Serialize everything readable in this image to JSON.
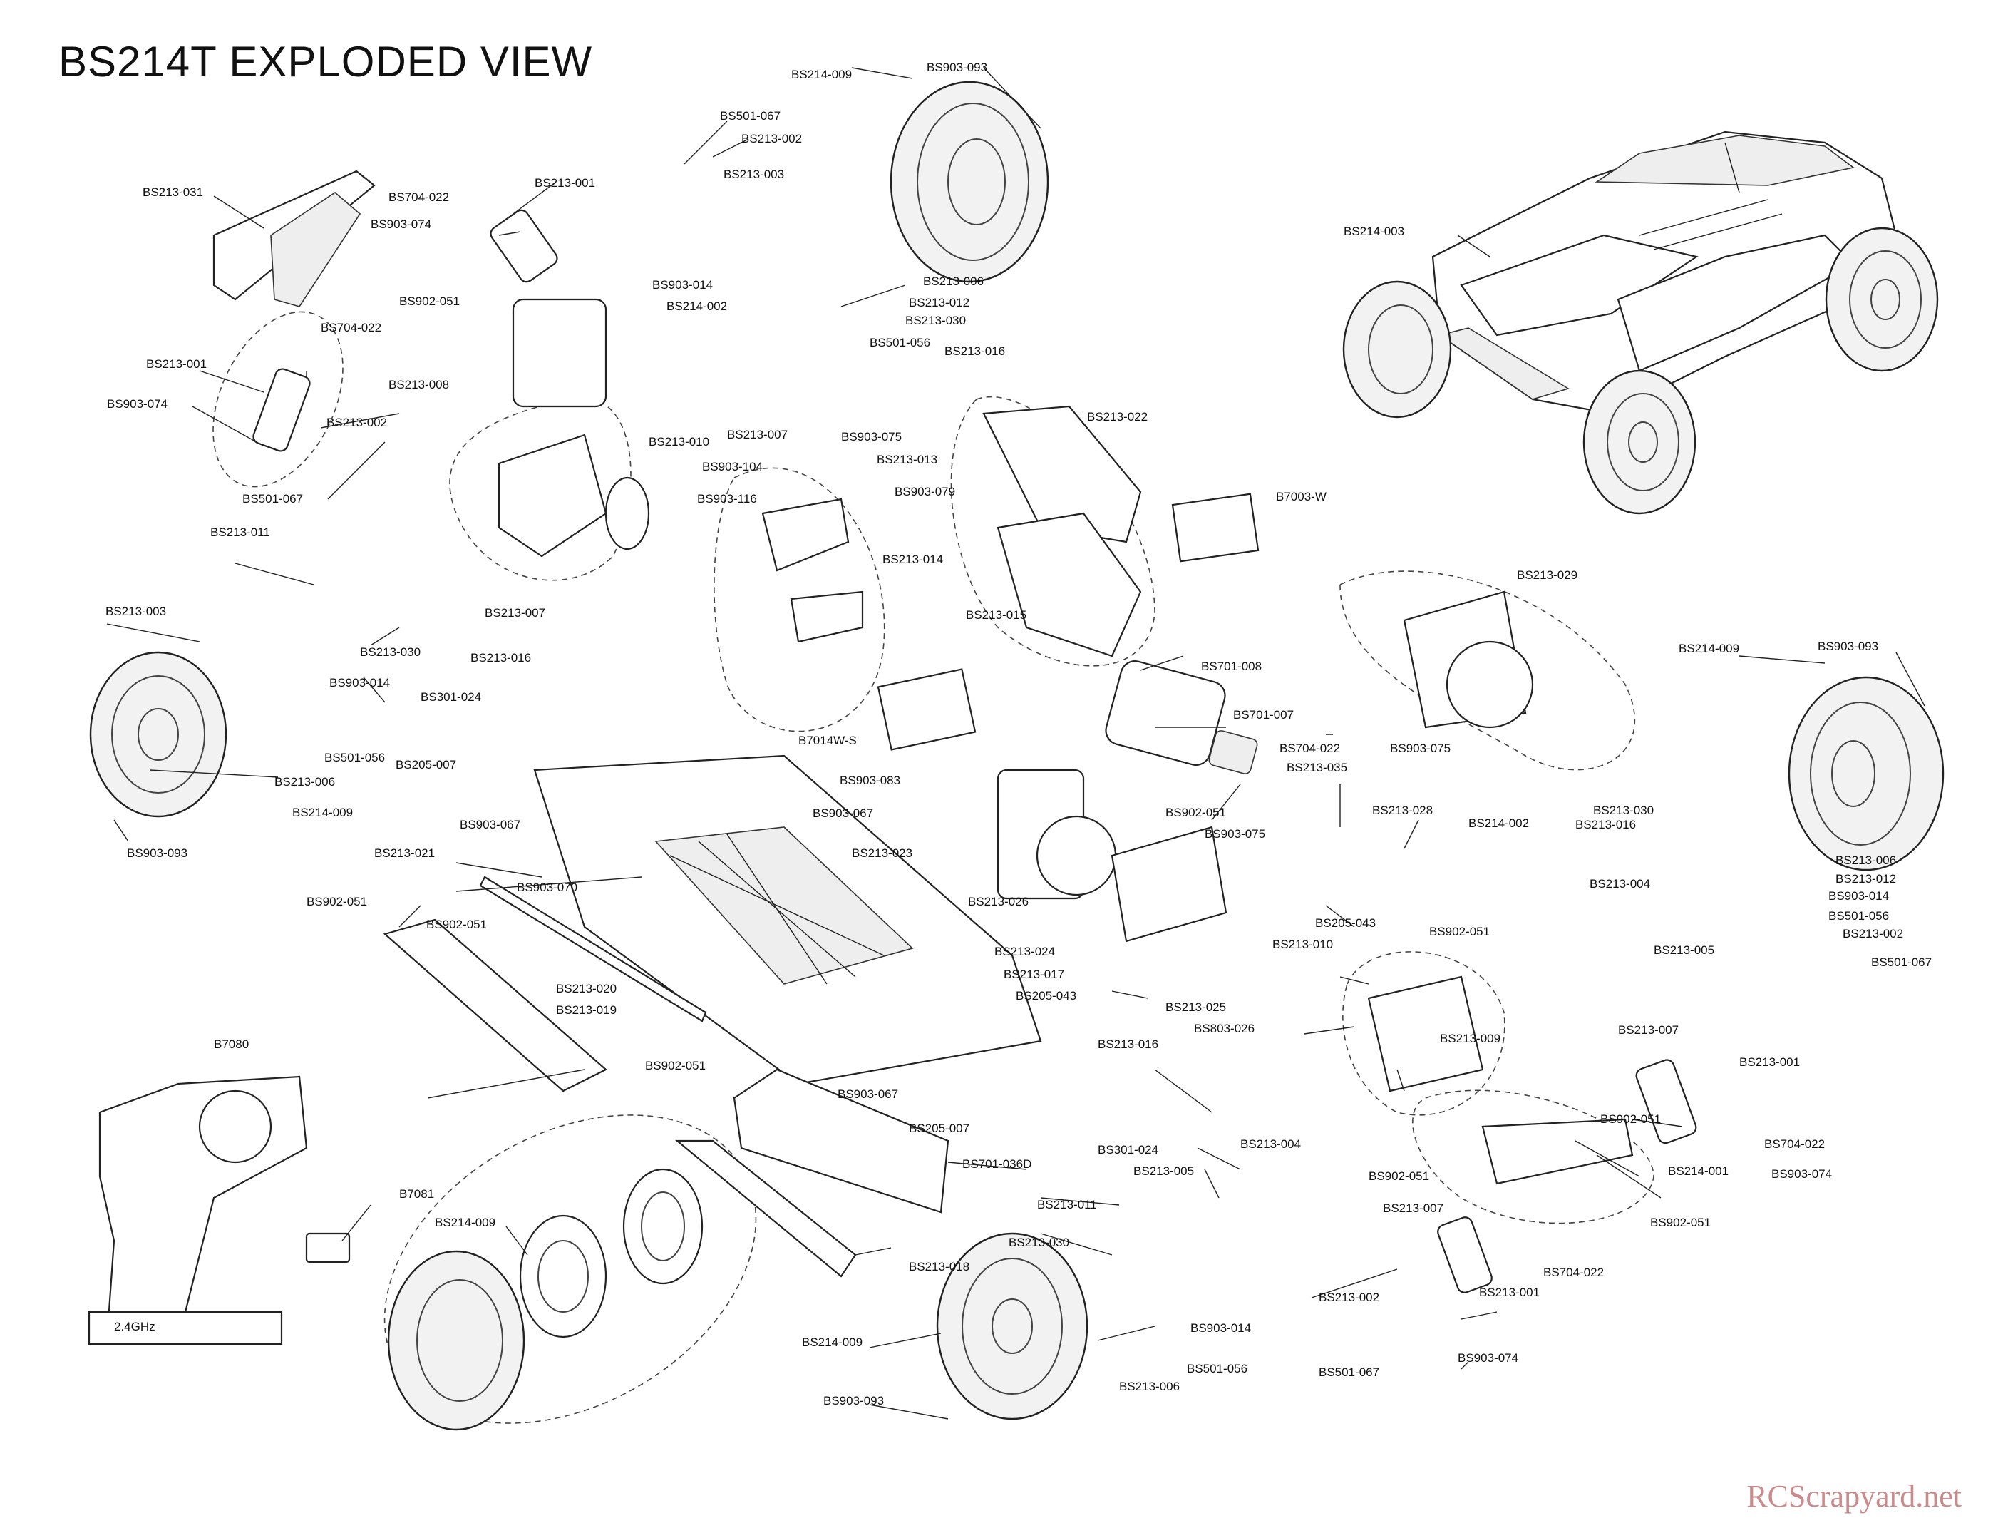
{
  "title": "BS214T EXPLODED VIEW",
  "watermark": "RCScrapyard.net",
  "part_labels": [
    "BS214-009",
    "BS903-093",
    "BS501-067",
    "BS213-002",
    "BS213-003",
    "BS213-031",
    "BS704-022",
    "BS213-001",
    "BS903-074",
    "BS902-051",
    "BS903-014",
    "BS214-002",
    "BS213-012",
    "BS213-030",
    "BS213-006",
    "BS501-056",
    "BS213-016",
    "BS214-003",
    "BS704-022",
    "BS213-008",
    "BS213-001",
    "BS903-074",
    "BS213-002",
    "BS213-007",
    "BS213-010",
    "BS903-075",
    "BS213-013",
    "BS501-067",
    "BS903-104",
    "BS903-116",
    "BS903-079",
    "BS213-022",
    "B7003-W",
    "BS213-011",
    "BS213-007",
    "BS213-014",
    "BS213-015",
    "BS213-029",
    "BS213-003",
    "BS213-030",
    "BS903-014",
    "BS213-016",
    "BS301-024",
    "BS214-009",
    "BS903-093",
    "BS205-007",
    "BS501-056",
    "B7014W-S",
    "BS701-008",
    "BS701-007",
    "BS213-006",
    "BS214-009",
    "BS903-083",
    "BS704-022",
    "BS903-075",
    "BS213-035",
    "BS903-093",
    "BS903-067",
    "BS903-067",
    "BS213-023",
    "BS902-051",
    "BS903-075",
    "BS213-028",
    "BS214-002",
    "BS213-030",
    "BS213-016",
    "BS213-021",
    "BS903-070",
    "BS213-026",
    "BS213-006",
    "BS213-012",
    "BS903-014",
    "BS902-051",
    "BS902-051",
    "BS213-024",
    "BS213-017",
    "BS205-043",
    "BS213-004",
    "BS902-051",
    "BS501-056",
    "BS213-010",
    "BS213-005",
    "BS213-002",
    "BS213-020",
    "BS205-043",
    "BS213-025",
    "BS501-067",
    "BS213-019",
    "BS803-026",
    "BS213-009",
    "BS213-007",
    "BS902-051",
    "BS213-016",
    "BS213-001",
    "B7080",
    "BS903-067",
    "BS902-051",
    "BS205-007",
    "BS213-004",
    "BS704-022",
    "BS701-036D",
    "BS301-024",
    "BS903-074",
    "BS213-005",
    "BS214-001",
    "BS902-051",
    "BS213-007",
    "B7081",
    "BS214-009",
    "BS213-011",
    "BS902-051",
    "BS213-030",
    "BS704-022",
    "BS213-018",
    "BS213-002",
    "BS213-001",
    "BS903-014",
    "BS214-009",
    "BS501-067",
    "BS903-074",
    "BS213-006",
    "BS501-056",
    "BS903-093"
  ],
  "transmitter_text": "2.4GHz"
}
